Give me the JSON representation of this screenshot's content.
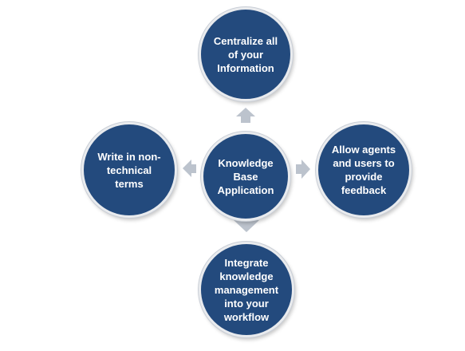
{
  "diagram": {
    "center": {
      "label": "Knowledge\nBase\nApplication"
    },
    "top": {
      "label": "Centralize all\nof your\nInformation"
    },
    "right": {
      "label": "Allow agents\nand users to\nprovide\nfeedback"
    },
    "bottom": {
      "label": "Integrate\nknowledge\nmanagement\ninto your\nworkflow"
    },
    "left": {
      "label": "Write in non-\ntechnical\nterms"
    }
  },
  "colors": {
    "node_fill": "#234a7d",
    "node_border": "#e9ebee",
    "arrow_fill": "#bcc3cd",
    "text": "#ffffff"
  }
}
